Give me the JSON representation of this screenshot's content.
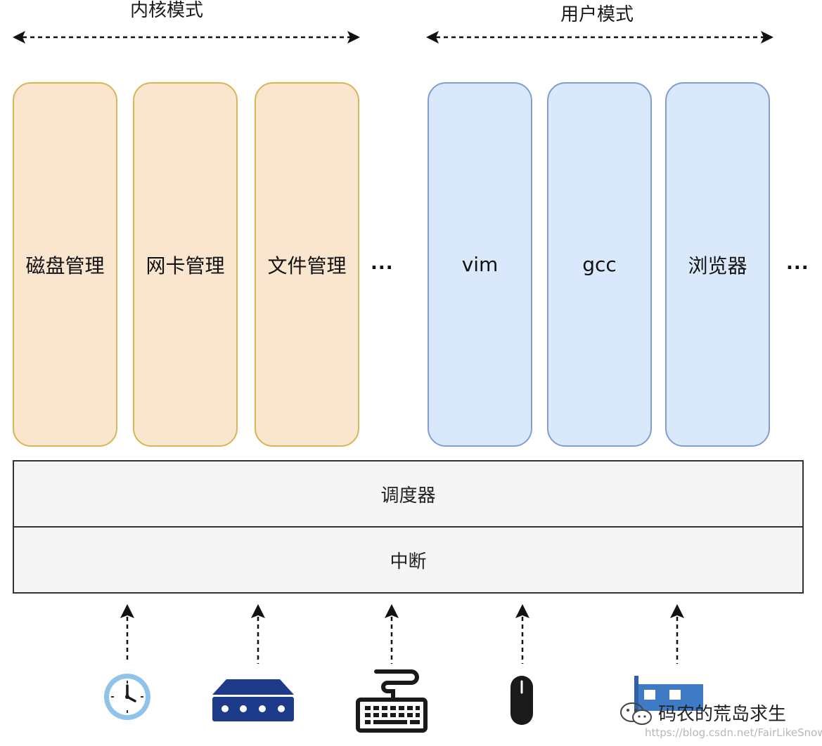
{
  "modes": {
    "kernel_label": "内核模式",
    "user_label": "用户模式"
  },
  "kernel_processes": [
    {
      "label": "磁盘管理"
    },
    {
      "label": "网卡管理"
    },
    {
      "label": "文件管理"
    }
  ],
  "kernel_ellipsis": "...",
  "user_processes": [
    {
      "label": "vim"
    },
    {
      "label": "gcc"
    },
    {
      "label": "浏览器"
    }
  ],
  "user_ellipsis": "...",
  "layers": {
    "scheduler": "调度器",
    "interrupt": "中断"
  },
  "devices": [
    {
      "icon": "clock-icon"
    },
    {
      "icon": "network-card-icon"
    },
    {
      "icon": "keyboard-icon"
    },
    {
      "icon": "mouse-icon"
    },
    {
      "icon": "expansion-card-icon"
    }
  ],
  "watermark": {
    "text": "码农的荒岛求生",
    "url": "https://blog.csdn.net/FairLikeSnow"
  },
  "colors": {
    "kernel_fill": "#fae5cf",
    "kernel_stroke": "#d6b656",
    "user_fill": "#dae8fc",
    "user_stroke": "#7f9fcf",
    "layer_fill": "#f5f5f5",
    "device_blue": "#1e3a8a"
  }
}
